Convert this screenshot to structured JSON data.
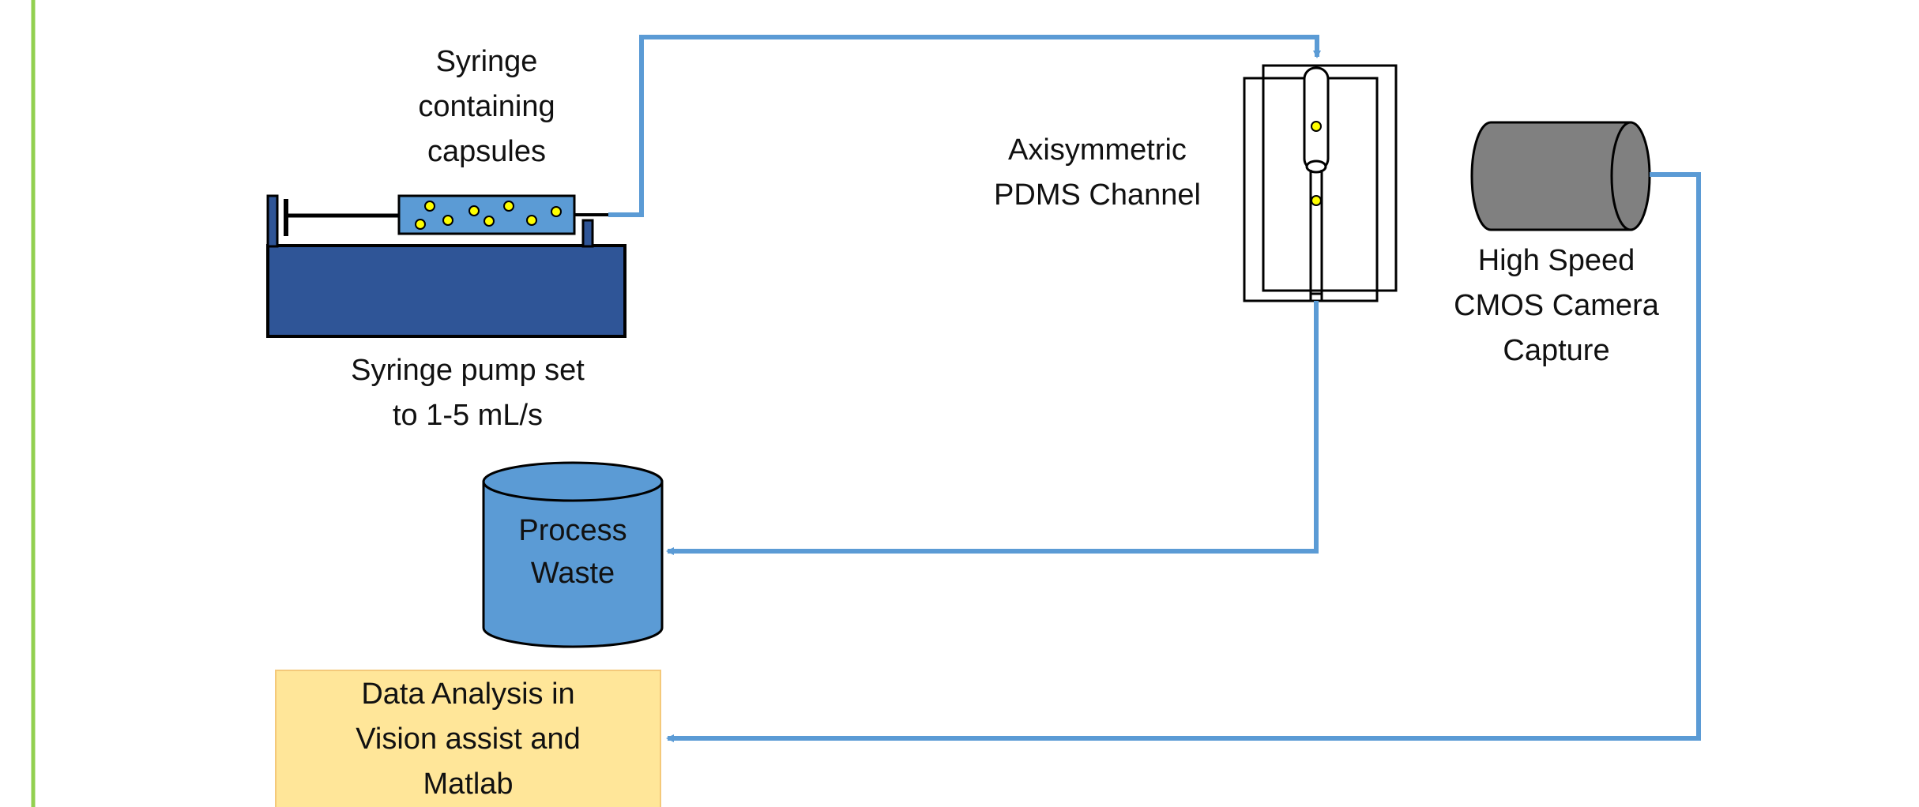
{
  "labels": {
    "syringe": [
      "Syringe",
      "containing",
      "capsules"
    ],
    "pump": [
      "Syringe pump set",
      "to 1-5 mL/s"
    ],
    "channel": [
      "Axisymmetric",
      "PDMS Channel"
    ],
    "camera": [
      "High Speed",
      "CMOS Camera",
      "Capture"
    ],
    "waste": [
      "Process",
      "Waste"
    ],
    "analysis": [
      "Data Analysis in",
      "Vision assist and",
      "Matlab"
    ]
  },
  "colors": {
    "flow_line": "#5b9bd5",
    "pump_body": "#2f5597",
    "syringe_barrel": "#5b9bd5",
    "capsule": "#ffff00",
    "waste_tank": "#5b9bd5",
    "camera": "#808080",
    "analysis_box": "#ffe699",
    "frame_line": "#92d050"
  },
  "icons": [
    "syringe-pump-icon",
    "syringe-icon",
    "pdms-channel-icon",
    "camera-icon",
    "waste-tank-icon"
  ]
}
